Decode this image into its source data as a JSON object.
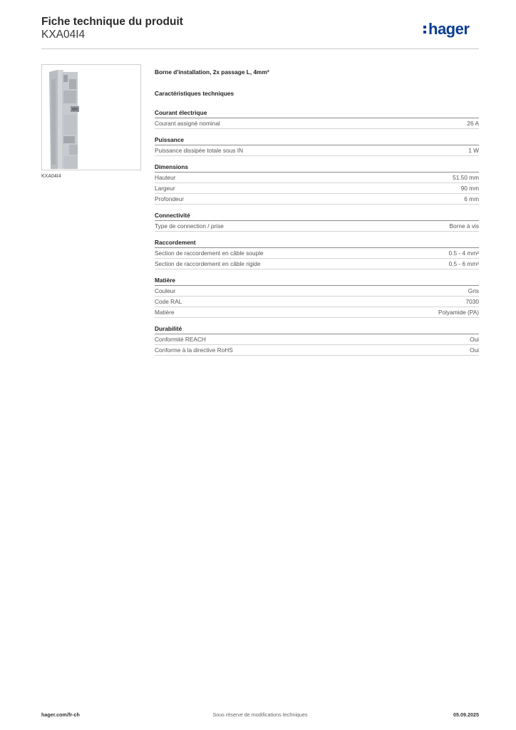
{
  "header": {
    "title": "Fiche technique du produit",
    "reference": "KXA04I4",
    "logo_text": "hager",
    "brand_color": "#0a3d91"
  },
  "product": {
    "image_caption": "KXA04I4",
    "image_icon": "terminal-block-product-photo",
    "description": "Borne d'installation, 2x passage L, 4mm²"
  },
  "specs": {
    "heading": "Caractéristiques techniques",
    "groups": [
      {
        "title": "Courant électrique",
        "rows": [
          {
            "label": "Courant assigné nominal",
            "value": "26 A"
          }
        ]
      },
      {
        "title": "Puissance",
        "rows": [
          {
            "label": "Puissance dissipée totale sous IN",
            "value": "1 W"
          }
        ]
      },
      {
        "title": "Dimensions",
        "rows": [
          {
            "label": "Hauteur",
            "value": "51.50 mm"
          },
          {
            "label": "Largeur",
            "value": "90 mm"
          },
          {
            "label": "Profondeur",
            "value": "6 mm"
          }
        ]
      },
      {
        "title": "Connectivité",
        "rows": [
          {
            "label": "Type de connection / prise",
            "value": "Borne à vis"
          }
        ]
      },
      {
        "title": "Raccordement",
        "rows": [
          {
            "label": "Section de raccordement en câble souple",
            "value": "0.5 - 4 mm²"
          },
          {
            "label": "Section de raccordement en câble rigide",
            "value": "0.5 - 6 mm²"
          }
        ]
      },
      {
        "title": "Matière",
        "rows": [
          {
            "label": "Couleur",
            "value": "Gris"
          },
          {
            "label": "Code RAL",
            "value": "7030"
          },
          {
            "label": "Matière",
            "value": "Polyamide (PA)"
          }
        ]
      },
      {
        "title": "Durabilité",
        "rows": [
          {
            "label": "Conformité REACH",
            "value": "Oui"
          },
          {
            "label": "Conforme à la directive RoHS",
            "value": "Oui"
          }
        ]
      }
    ]
  },
  "footer": {
    "website": "hager.com/fr-ch",
    "disclaimer": "Sous réserve de modifications techniques",
    "date": "05.09.2025"
  }
}
